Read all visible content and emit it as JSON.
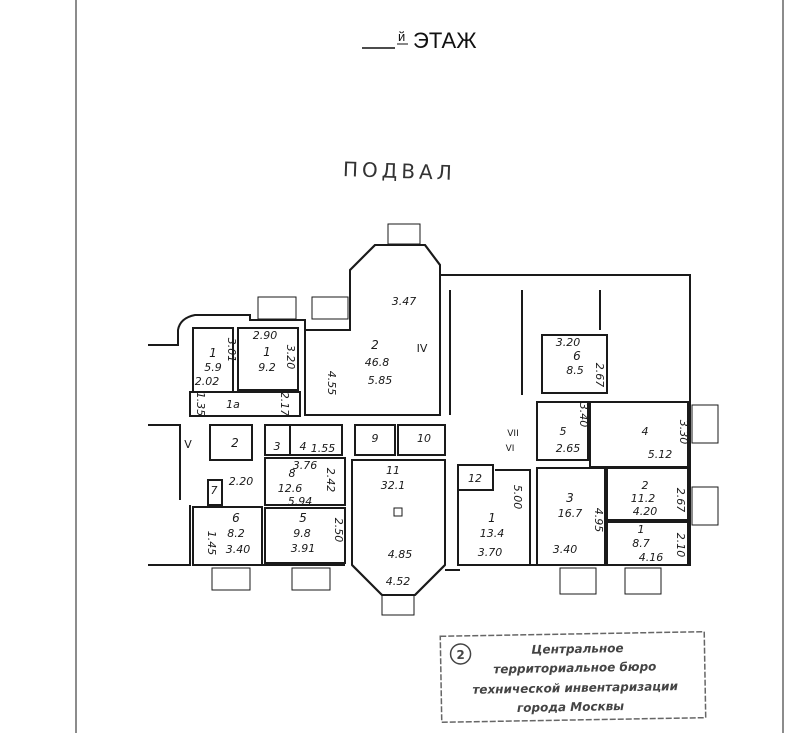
{
  "header": {
    "floor_suffix": "й",
    "floor_word": "ЭТАЖ",
    "level": "ПОДВАЛ"
  },
  "plan": {
    "roman": {
      "iv": "IV",
      "v": "V",
      "vi": "VI",
      "vii": "VII"
    },
    "left": {
      "r1a": {
        "num": "1",
        "area": "5.9",
        "d1": "3.01",
        "d2": "2.02"
      },
      "r1b": {
        "num": "1",
        "area": "9.2",
        "d1": "2.90",
        "d2": "3.20"
      },
      "r1c": {
        "num": "1a",
        "d1": "1.35",
        "d2": "2.17"
      },
      "r2": {
        "num": "2",
        "area": "46.8",
        "d1": "5.85",
        "d2": "4.55",
        "d3": "3.47"
      },
      "r2s": {
        "num": "2"
      },
      "r3": {
        "num": "3"
      },
      "r4": {
        "num": "4",
        "d1": "1.55"
      },
      "r8": {
        "num": "8",
        "area": "12.6",
        "d1": "3.76",
        "d2": "5.94",
        "d3": "2.42",
        "d4": "2.20"
      },
      "r7": {
        "num": "7"
      },
      "r6": {
        "num": "6",
        "area": "8.2",
        "d1": "1.45",
        "d2": "3.40"
      },
      "r5": {
        "num": "5",
        "area": "9.8",
        "d1": "3.91",
        "d2": "2.50"
      },
      "r9": {
        "num": "9"
      },
      "r10": {
        "num": "10"
      },
      "r11": {
        "num": "11",
        "area": "32.1",
        "d1": "4.85",
        "d2": "4.52"
      }
    },
    "right": {
      "r6": {
        "num": "6",
        "area": "8.5",
        "d1": "3.20",
        "d2": "2.67"
      },
      "r5": {
        "num": "5",
        "d1": "3.40",
        "d2": "2.65"
      },
      "r4": {
        "num": "4",
        "d1": "3.30",
        "d2": "5.12"
      },
      "r12": {
        "num": "12"
      },
      "r1": {
        "num": "1",
        "area": "13.4",
        "d1": "3.70",
        "d2": "5.00"
      },
      "r3": {
        "num": "3",
        "area": "16.7",
        "d1": "4.95",
        "d2": "3.40"
      },
      "r2": {
        "num": "2",
        "area": "11.2",
        "d1": "4.20",
        "d2": "2.67"
      },
      "r1b": {
        "num": "1",
        "area": "8.7",
        "d1": "4.16",
        "d2": "2.10"
      }
    }
  },
  "stamp": {
    "number": "2",
    "lines": [
      "Центральное",
      "территориальное бюро",
      "технической инвентаризации",
      "города Москвы"
    ]
  }
}
